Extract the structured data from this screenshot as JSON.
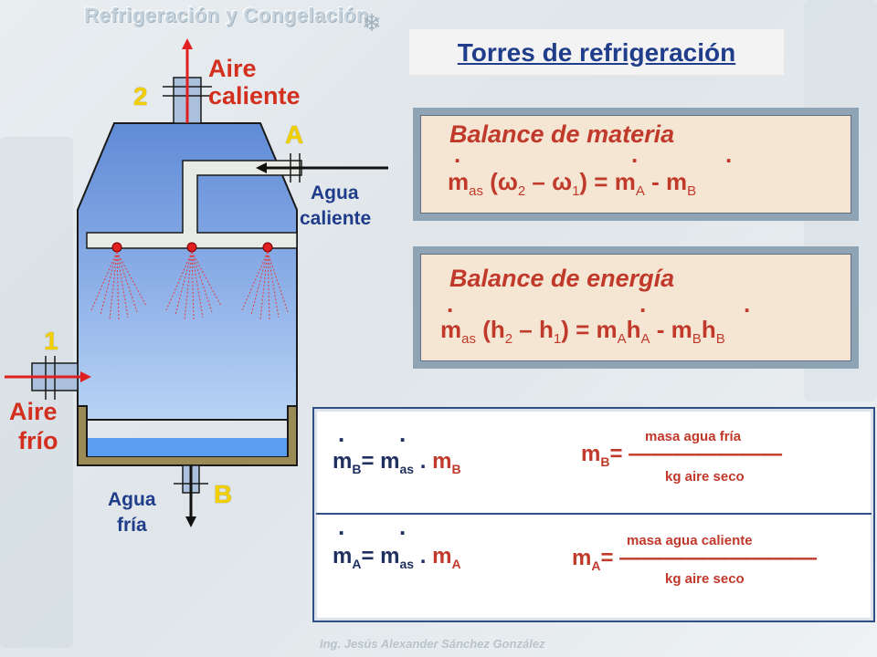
{
  "header": {
    "brand": "Refrigeración y Congelación"
  },
  "footer": {
    "author": "Ing. Jesús Alexander Sánchez González"
  },
  "title": "Torres de refrigeración",
  "diagram": {
    "label_2": "2",
    "label_1": "1",
    "label_A": "A",
    "label_B": "B",
    "aire_caliente_1": "Aire",
    "aire_caliente_2": "caliente",
    "agua_caliente_1": "Agua",
    "agua_caliente_2": "caliente",
    "aire_frio_1": "Aire",
    "aire_frio_2": "frío",
    "agua_fria_1": "Agua",
    "agua_fria_2": "fría",
    "colors": {
      "tower": "#6d94d6",
      "pipe": "#e8eae6",
      "air_arrow": "#e02020",
      "water_arrow": "#111111"
    }
  },
  "materia": {
    "heading": "Balance de materia",
    "m1": "m",
    "s1": "as",
    "p1": " (",
    "w1": "ω",
    "s2": "2",
    "p2": " – ",
    "w2": "ω",
    "s3": "1",
    "p3": ") = m",
    "s4": "A",
    "p4": " - m",
    "s5": "B"
  },
  "energia": {
    "heading": "Balance de energía",
    "m1": "m",
    "s1": "as",
    "p1": " (h",
    "s2": "2",
    "p2": " – h",
    "s3": "1",
    "p3": ") = m",
    "s4": "A",
    "p4": "h",
    "s5": "A",
    "p5": " - m",
    "s6": "B",
    "p6": "h",
    "s7": "B"
  },
  "defs": {
    "rowB": {
      "a": "m",
      "as1": "B",
      "b": "= m",
      "as2": "as",
      "c": " . ",
      "d": "m",
      "as3": "B"
    },
    "rowA": {
      "a": "m",
      "as1": "A",
      "b": "= m",
      "as2": "as",
      "c": " . ",
      "d": "m",
      "as3": "A"
    },
    "fracB": {
      "lhs": "m",
      "sub": "B",
      "eq": "= ",
      "line": "———————",
      "num": "masa agua fría",
      "den": "kg aire seco"
    },
    "fracA": {
      "lhs": "m",
      "sub": "A",
      "eq": "= ",
      "line": "—————————",
      "num": "masa agua caliente",
      "den": "kg aire seco"
    }
  }
}
